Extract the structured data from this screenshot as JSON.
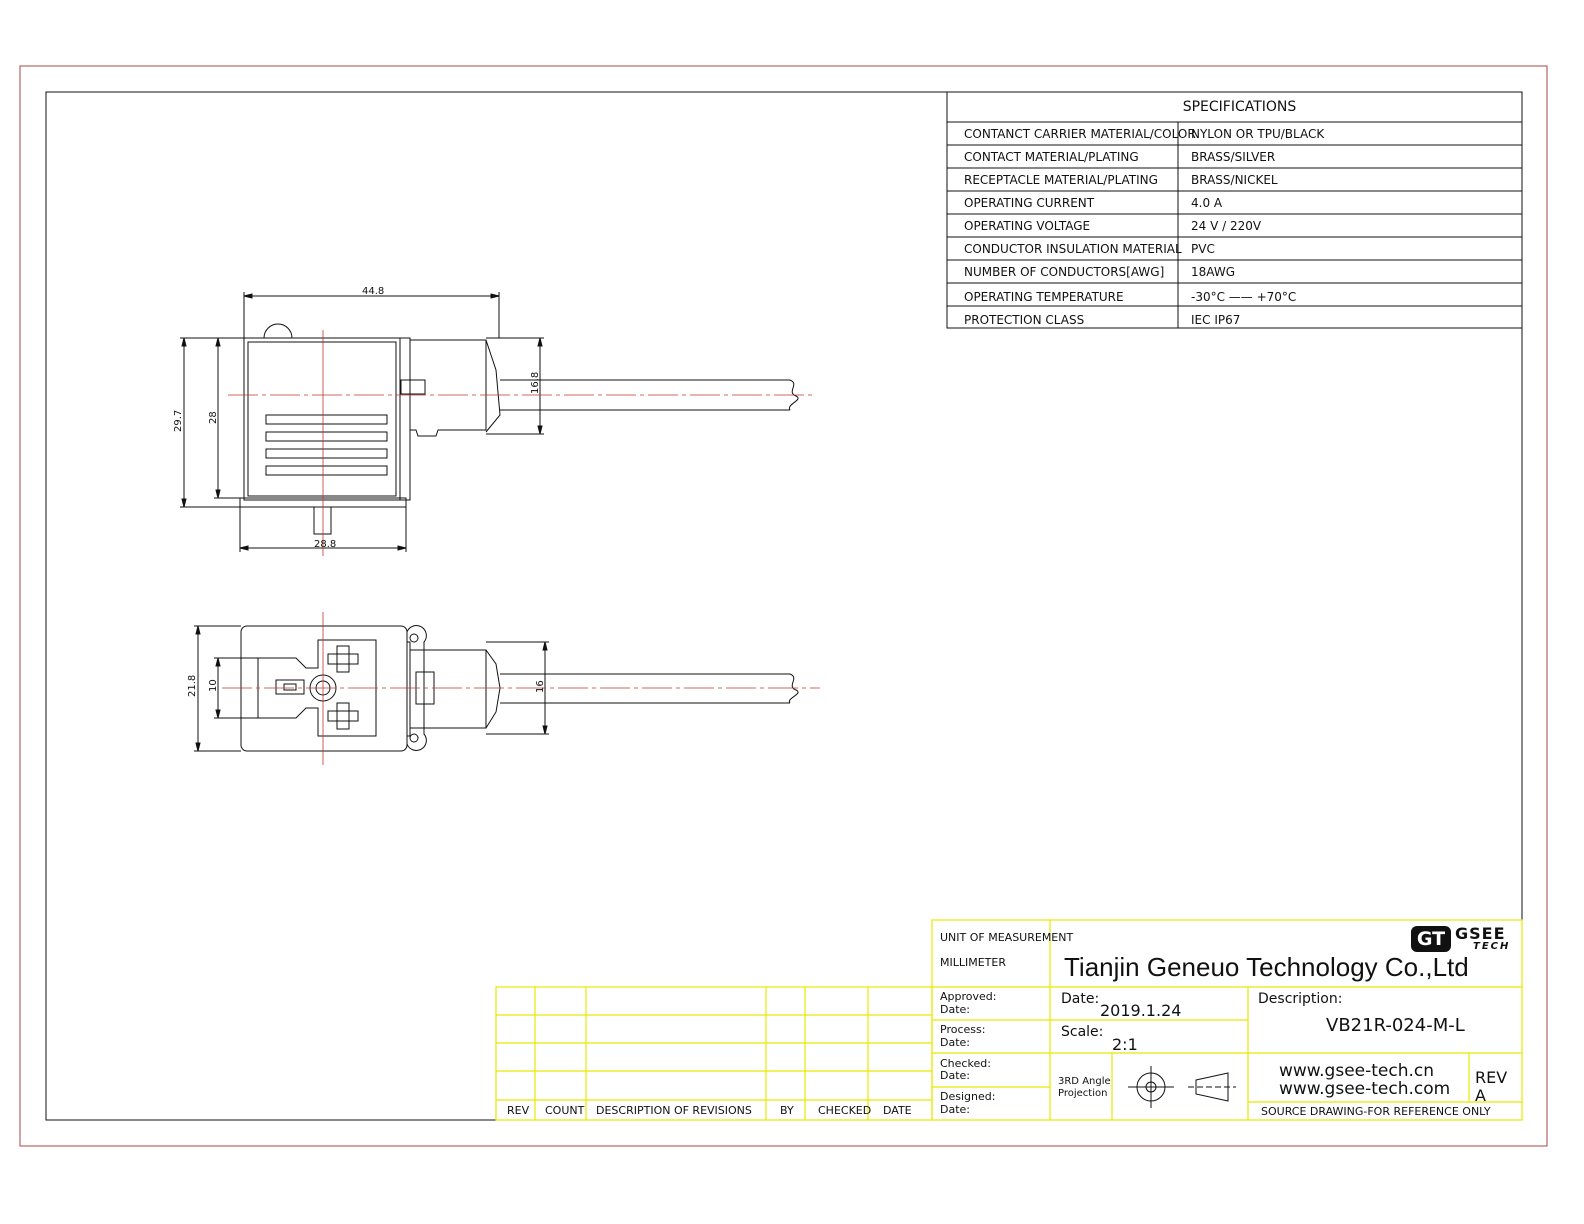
{
  "specifications": {
    "title": "SPECIFICATIONS",
    "rows": [
      {
        "label": "CONTANCT CARRIER MATERIAL/COLOR",
        "value": "NYLON OR TPU/BLACK"
      },
      {
        "label": "CONTACT MATERIAL/PLATING",
        "value": "BRASS/SILVER"
      },
      {
        "label": "RECEPTACLE MATERIAL/PLATING",
        "value": "BRASS/NICKEL"
      },
      {
        "label": "OPERATING CURRENT",
        "value": "4.0 A"
      },
      {
        "label": "OPERATING VOLTAGE",
        "value": "24 V / 220V"
      },
      {
        "label": "CONDUCTOR INSULATION MATERIAL",
        "value": "PVC"
      },
      {
        "label": "NUMBER  OF  CONDUCTORS[AWG]",
        "value": "18AWG"
      },
      {
        "label": "OPERATING TEMPERATURE",
        "value": "-30°C —— +70°C"
      },
      {
        "label": "PROTECTION CLASS",
        "value": "IEC  IP67"
      }
    ]
  },
  "dimensions": {
    "side_width": "44.8",
    "side_height_outer": "29.7",
    "side_height_inner": "28",
    "side_cable_dia": "16.8",
    "side_base_width": "28.8",
    "front_height_outer": "21.8",
    "front_height_inner": "10",
    "front_cable_dia": "16"
  },
  "title_block": {
    "unit_label": "UNIT OF MEASUREMENT",
    "unit_value": "MILLIMETER",
    "company": "Tianjin Geneuo Technology Co.,Ltd",
    "logo_mark": "GT",
    "logo_name": "GSEE",
    "logo_sub": "TECH",
    "approved_label": "Approved:",
    "process_label": "Process:",
    "checked_label": "Checked:",
    "designed_label": "Designed:",
    "date_small_label": "Date:",
    "date_label": "Date:",
    "date_value": "2019.1.24",
    "scale_label": "Scale:",
    "scale_value": "2:1",
    "projection_line1": "3RD Angle",
    "projection_line2": "Projection",
    "description_label": "Description:",
    "part_number": "VB21R-024-M-L",
    "website_cn": "www.gsee-tech.cn",
    "website_com": "www.gsee-tech.com",
    "rev_label": "REV",
    "rev_value": "A",
    "source_note": "SOURCE DRAWING-FOR REFERENCE ONLY"
  },
  "revision_table": {
    "headers": [
      "REV",
      "COUNT",
      "DESCRIPTION  OF  REVISIONS",
      "BY",
      "CHECKED",
      "DATE"
    ]
  },
  "colors": {
    "outer_border": "#a94444",
    "title_block_lines": "#e8e800",
    "centerline": "#c0392b",
    "ink": "#111111"
  }
}
